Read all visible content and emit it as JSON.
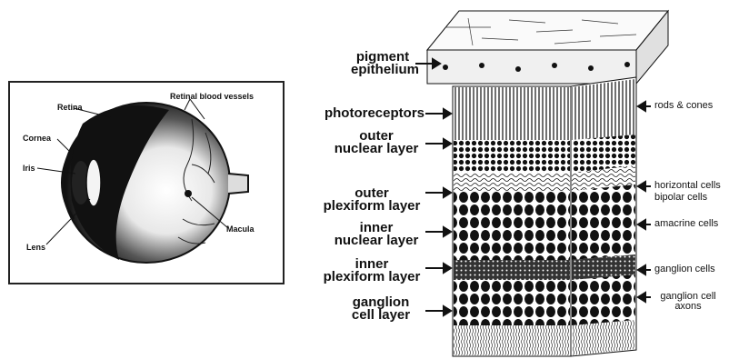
{
  "eye_diagram": {
    "labels": {
      "retina": "Retina",
      "retinal_blood_vessels": "Retinal blood vessels",
      "cornea": "Cornea",
      "iris": "Iris",
      "lens": "Lens",
      "macula": "Macula"
    }
  },
  "retina_section": {
    "left_labels": {
      "pigment_epithelium": [
        "pigment",
        "epithelium"
      ],
      "photoreceptors": [
        "photoreceptors"
      ],
      "outer_nuclear_layer": [
        "outer",
        "nuclear layer"
      ],
      "outer_plexiform_layer": [
        "outer",
        "plexiform layer"
      ],
      "inner_nuclear_layer": [
        "inner",
        "nuclear layer"
      ],
      "inner_plexiform_layer": [
        "inner",
        "plexiform layer"
      ],
      "ganglion_cell_layer": [
        "ganglion",
        "cell layer"
      ]
    },
    "right_labels": {
      "rods_cones": [
        "rods & cones"
      ],
      "horizontal_cells": [
        "horizontal cells"
      ],
      "bipolar_cells": [
        "bipolar cells"
      ],
      "amacrine_cells": [
        "amacrine cells"
      ],
      "ganglion_cells": [
        "ganglion cells"
      ],
      "ganglion_cell_axons": [
        "ganglion cell",
        "axons"
      ]
    }
  }
}
